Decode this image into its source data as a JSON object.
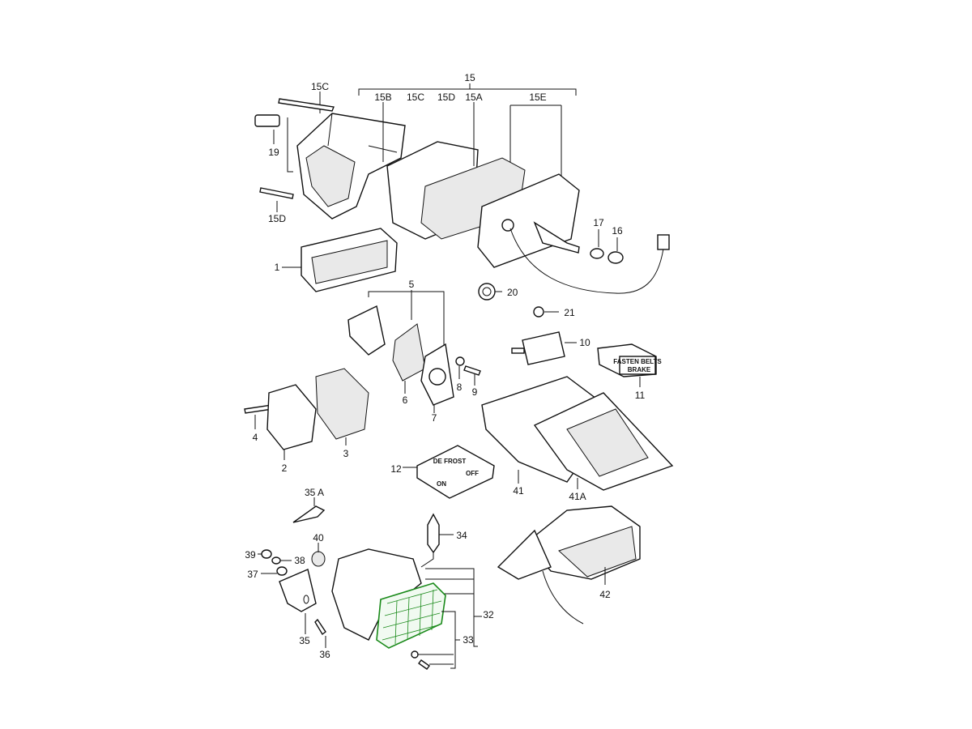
{
  "diagram": {
    "highlight_color": "#1a8a1a",
    "callouts": {
      "c15C_top": "15C",
      "c15": "15",
      "c15B": "15B",
      "c15C": "15C",
      "c15D": "15D",
      "c15A": "15A",
      "c15E": "15E",
      "c19": "19",
      "c15D_left": "15D",
      "c1": "1",
      "c17": "17",
      "c16": "16",
      "c5": "5",
      "c20": "20",
      "c21": "21",
      "c10": "10",
      "c8": "8",
      "c9": "9",
      "c6": "6",
      "c7": "7",
      "c11": "11",
      "c4": "4",
      "c3": "3",
      "c2": "2",
      "c12": "12",
      "c41": "41",
      "c41A": "41A",
      "c35A": "35 A",
      "c34": "34",
      "c40": "40",
      "c39": "39",
      "c38": "38",
      "c37": "37",
      "c32": "32",
      "c33": "33",
      "c35": "35",
      "c36": "36",
      "c42": "42"
    },
    "part_text": {
      "defrost": "DE FROST",
      "on": "ON",
      "off": "OFF",
      "fasten_belts": "FASTEN BELTS",
      "brake": "BRAKE"
    }
  }
}
